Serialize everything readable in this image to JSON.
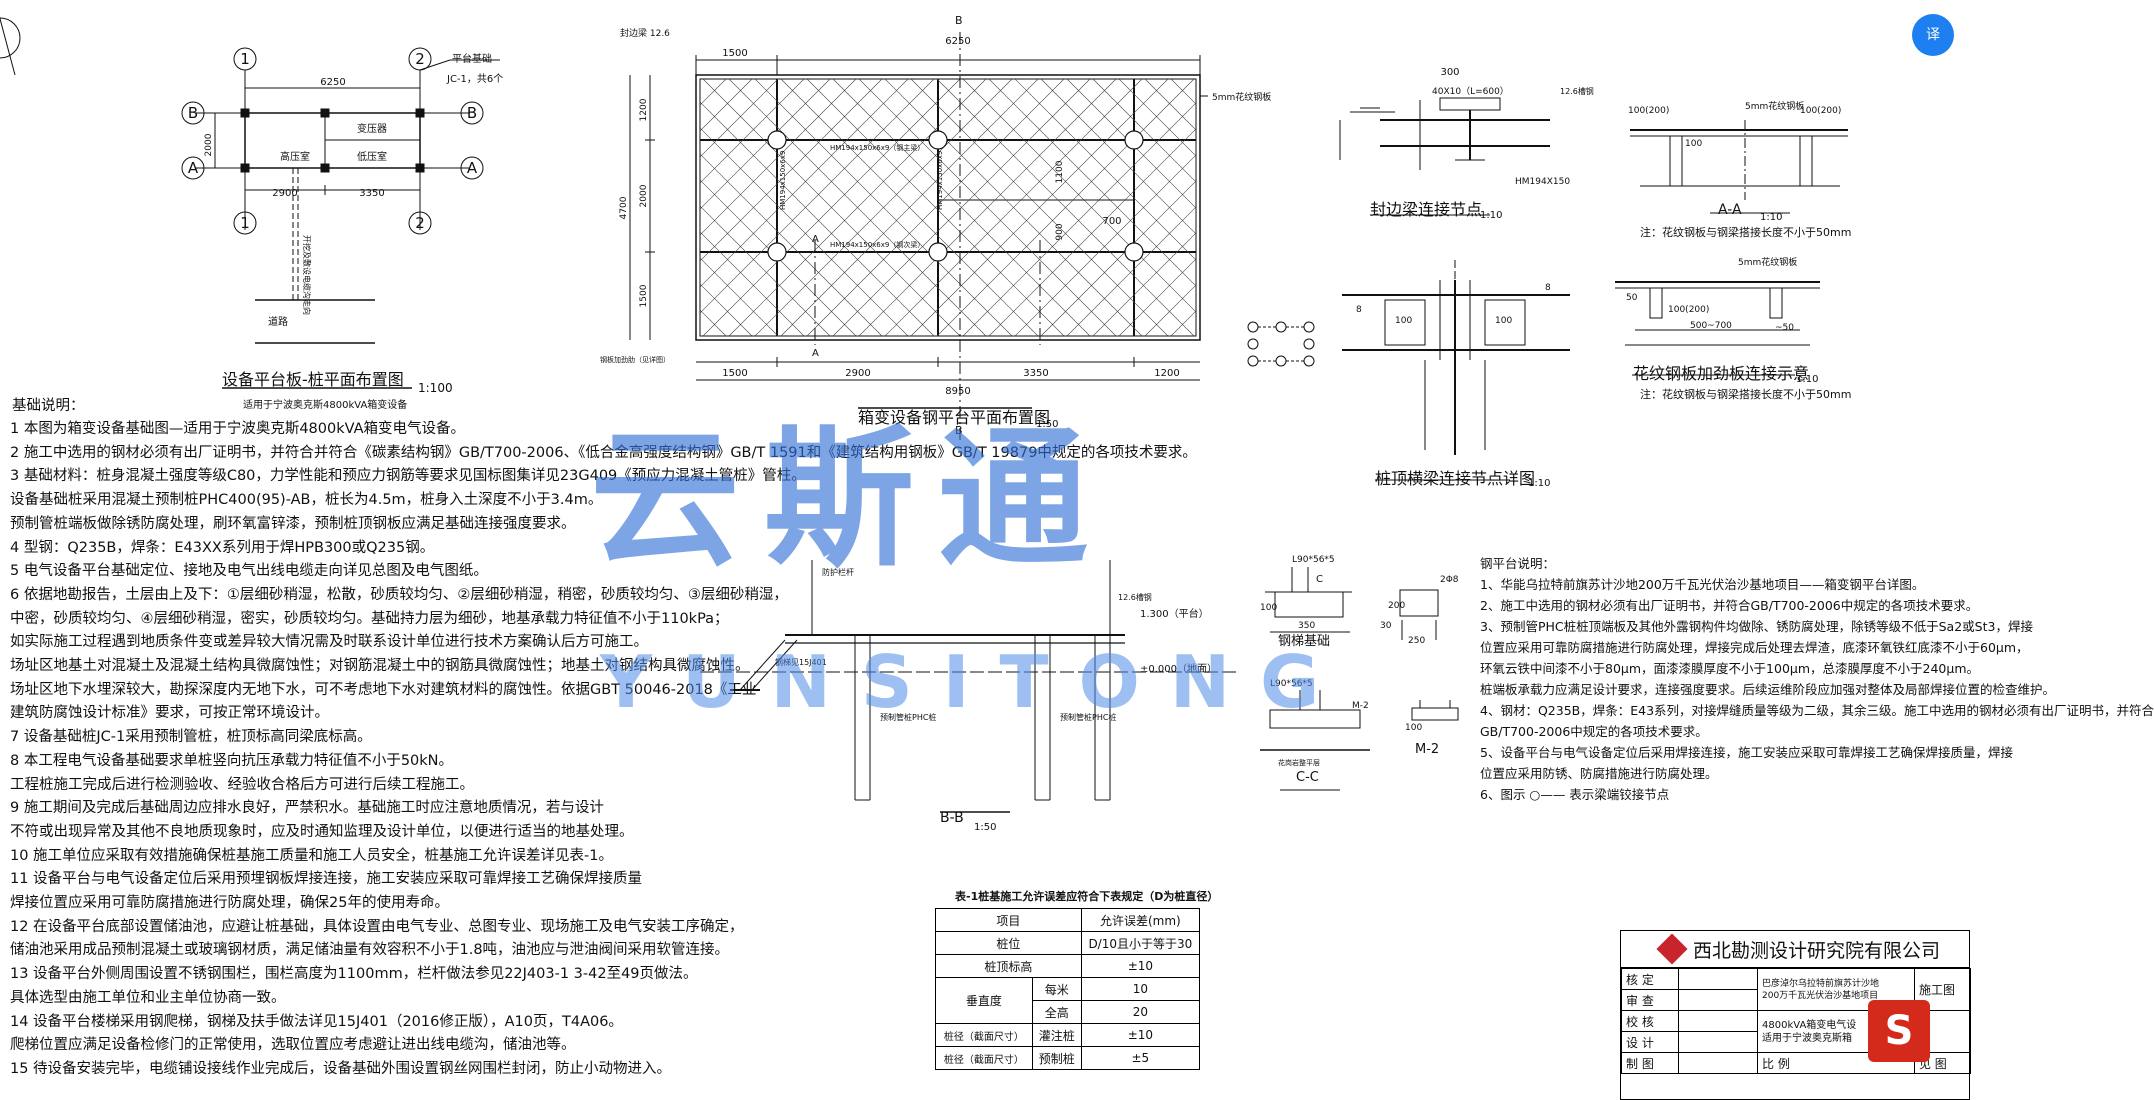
{
  "plan1": {
    "title": "设备平台板-桩平面布置图",
    "scale": "1:100",
    "subtitle": "适用于宁波奥克斯4800kVA箱变设备",
    "dims": {
      "top": "6250",
      "d2900": "2900",
      "d3350": "3350",
      "d2000": "2000"
    },
    "axes": {
      "a1": "1",
      "a2": "2",
      "aA": "A",
      "aB": "B"
    },
    "rooms": {
      "high": "高压室",
      "trans": "变压器",
      "low": "低压室"
    },
    "labels": {
      "road": "道路",
      "cable": "开挖及敷设电缆沟走向",
      "base1": "平台基础",
      "base2": "JC-1，共6个"
    }
  },
  "plan2": {
    "title": "箱变设备钢平台平面布置图",
    "scale": "1:50",
    "dims": {
      "top1": "1500",
      "top2": "6250",
      "b1": "1500",
      "b2": "2900",
      "b3": "3350",
      "b4": "1200",
      "total": "8950",
      "left1": "1200",
      "left2": "2000",
      "left3": "1500",
      "lefttot": "4700",
      "m1100": "1100",
      "m900": "900",
      "m700": "700"
    },
    "labels": {
      "edge": "封边梁 12.6",
      "plate": "5mm花纹钢板",
      "hm1": "HM194x150x6x9（钢主梁）",
      "hm2": "HM194x150x6x9",
      "hm3": "HM194x150x6x9（钢次梁）",
      "stiff": "钢板加劲肋（见详图）",
      "secB": "B",
      "secA": "A"
    }
  },
  "detail_edge": {
    "title": "封边梁连接节点",
    "scale": "1:10",
    "d300": "300",
    "d4010": "40X10（L=600）",
    "hm": "HM194X150",
    "c12": "12.6槽钢"
  },
  "detail_aa": {
    "title": "A-A",
    "scale": "1:10",
    "plate": "5mm花纹钢板",
    "d100a": "100(200)",
    "d100b": "100(200)",
    "d100c": "100",
    "note": "注：花纹钢板与钢梁搭接长度不小于50mm"
  },
  "detail_pile": {
    "title": "桩顶横梁连接节点详图",
    "scale": "1:10",
    "d100a": "100",
    "d100b": "100",
    "w1": "8",
    "w2": "8"
  },
  "detail_stiff": {
    "title": "花纹钢板加劲板连接示意",
    "scale": "1:10",
    "plate": "5mm花纹钢板",
    "d50": "50",
    "d100": "100(200)",
    "d500": "500~700",
    "d50b": "~50",
    "note": "注：花纹钢板与钢梁搭接长度不小于50mm"
  },
  "section_bb": {
    "title": "B-B",
    "scale": "1:50",
    "elev1": "1.300（平台）",
    "elev0": "±0.000（地面）",
    "pile": "预制管桩PHC桩",
    "stair": "钢梯见15J401",
    "c12": "12.6槽钢",
    "rail": "防护栏杆"
  },
  "stair_base": {
    "title": "钢梯基础",
    "l90": "L90*56*5",
    "c": "C",
    "d350": "350",
    "d100": "100"
  },
  "section_cc": {
    "title": "C-C",
    "l90": "L90*56*5",
    "m2": "M-2",
    "pile": "花岗岩整平层"
  },
  "detail_m2": {
    "title": "M-2",
    "d250": "250",
    "d30": "30",
    "d100": "100",
    "d200": "200",
    "d8": "2Φ8"
  },
  "notes_title": "基础说明：",
  "notes": [
    "1 本图为箱变设备基础图—适用于宁波奥克斯4800kVA箱变电气设备。",
    "2 施工中选用的钢材必须有出厂证明书，并符合并符合《碳素结构钢》GB/T700-2006、《低合金高强度结构钢》GB/T 1591和《建筑结构用钢板》GB/T 19879中规定的各项技术要求。",
    "3 基础材料：桩身混凝土强度等级C80，力学性能和预应力钢筋等要求见国标图集详见23G409《预应力混凝土管桩》管柱。",
    "  设备基础桩采用混凝土预制桩PHC400(95)-AB，桩长为4.5m，桩身入土深度不小于3.4m。",
    "  预制管桩端板做除锈防腐处理，刷环氧富锌漆，预制桩顶钢板应满足基础连接强度要求。",
    "4 型钢：Q235B，焊条：E43XX系列用于焊HPB300或Q235钢。",
    "5 电气设备平台基础定位、接地及电气出线电缆走向详见总图及电气图纸。",
    "6 依据地勘报告，土层由上及下：①层细砂稍湿，松散，砂质较均匀、②层细砂稍湿，稍密，砂质较均匀、③层细砂稍湿，",
    "  中密，砂质较均匀、④层细砂稍湿，密实，砂质较均匀。基础持力层为细砂，地基承载力特征值不小于110kPa；",
    "  如实际施工过程遇到地质条件变或差异较大情况需及时联系设计单位进行技术方案确认后方可施工。",
    "  场址区地基土对混凝土及混凝土结构具微腐蚀性；对钢筋混凝土中的钢筋具微腐蚀性；地基土对钢结构具微腐蚀性。",
    "  场址区地下水埋深较大，勘探深度内无地下水，可不考虑地下水对建筑材料的腐蚀性。依据GBT 50046-2018《工业",
    "  建筑防腐蚀设计标准》要求，可按正常环境设计。",
    "7 设备基础桩JC-1采用预制管桩，桩顶标高同梁底标高。",
    "8 本工程电气设备基础要求单桩竖向抗压承载力特征值不小于50kN。",
    "  工程桩施工完成后进行检测验收、经验收合格后方可进行后续工程施工。",
    "9 施工期间及完成后基础周边应排水良好，严禁积水。基础施工时应注意地质情况，若与设计",
    "  不符或出现异常及其他不良地质现象时，应及时通知监理及设计单位，以便进行适当的地基处理。",
    "10 施工单位应采取有效措施确保桩基施工质量和施工人员安全，桩基施工允许误差详见表-1。",
    "11 设备平台与电气设备定位后采用预埋钢板焊接连接，施工安装应采取可靠焊接工艺确保焊接质量",
    "   焊接位置应采用可靠防腐措施进行防腐处理，确保25年的使用寿命。",
    "12 在设备平台底部设置储油池，应避让桩基础，具体设置由电气专业、总图专业、现场施工及电气安装工序确定，",
    "   储油池采用成品预制混凝土或玻璃钢材质，满足储油量有效容积不小于1.8吨，油池应与泄油阀间采用软管连接。",
    "13 设备平台外侧周围设置不锈钢围栏，围栏高度为1100mm，栏杆做法参见22J403-1 3-42至49页做法。",
    "   具体选型由施工单位和业主单位协商一致。",
    "14 设备平台楼梯采用钢爬梯，钢梯及扶手做法详见15J401（2016修正版），A10页，T4A06。",
    "   爬梯位置应满足设备检修门的正常使用，选取位置应考虑避让进出线电缆沟，储油池等。",
    "15 待设备安装完毕，电缆铺设接线作业完成后，设备基础外围设置钢丝网围栏封闭，防止小动物进入。"
  ],
  "steel_notes_title": "钢平台说明：",
  "steel_notes": [
    "1、华能乌拉特前旗苏计沙地200万千瓦光伏治沙基地项目——箱变钢平台详图。",
    "2、施工中选用的钢材必须有出厂证明书，并符合GB/T700-2006中规定的各项技术要求。",
    "3、预制管PHC桩桩顶端板及其他外露钢构件均做除、锈防腐处理，除锈等级不低于Sa2或St3，焊接",
    "位置应采用可靠防腐措施进行防腐处理，焊接完成后处理去焊渣，底漆环氧铁红底漆不小于60μm，",
    "环氧云铁中间漆不小于80μm，面漆漆膜厚度不小于100μm，总漆膜厚度不小于240μm。",
    "桩端板承载力应满足设计要求，连接强度要求。后续运维阶段应加强对整体及局部焊接位置的检查维护。",
    "4、钢材：Q235B，焊条：E43系列，对接焊缝质量等级为二级，其余三级。施工中选用的钢材必须有出厂证明书，并符合",
    "GB/T700-2006中规定的各项技术要求。",
    "5、设备平台与电气设备定位后采用焊接连接，施工安装应采取可靠焊接工艺确保焊接质量，焊接",
    "位置应采用防锈、防腐措施进行防腐处理。",
    "6、图示 ○—— 表示梁端铰接节点"
  ],
  "tolerance_table": {
    "title": "表-1桩基施工允许误差应符合下表规定（D为桩直径）",
    "headers": [
      "项目",
      "允许误差(mm)"
    ],
    "rows": [
      {
        "item": "桩位",
        "sub": "",
        "val": "D/10且小于等于30"
      },
      {
        "item": "桩顶标高",
        "sub": "",
        "val": "±10"
      },
      {
        "item": "垂直度",
        "sub": "每米",
        "val": "10"
      },
      {
        "item": "",
        "sub": "全高",
        "val": "20"
      },
      {
        "item": "桩径（截面尺寸）",
        "sub": "灌注桩",
        "val": "±10"
      },
      {
        "item": "桩径（截面尺寸）",
        "sub": "预制桩",
        "val": "±5"
      }
    ]
  },
  "title_block": {
    "company": "西北勘测设计研究院有限公司",
    "project1": "巴彦淖尔乌拉特前旗苏计沙地",
    "project2": "200万千瓦光伏治沙基地项目",
    "stage": "施工图",
    "drawing1": "4800kVA箱变电气设",
    "drawing2": "适用于宁波奥克斯箱",
    "rows": [
      "核 定",
      "审 查",
      "校 核",
      "设 计",
      "制 图"
    ],
    "scale_label": "比 例",
    "scale_val": "见 图"
  },
  "watermark": {
    "cn": "云斯通",
    "en": "YUNSITONG"
  },
  "fab_label": "译"
}
